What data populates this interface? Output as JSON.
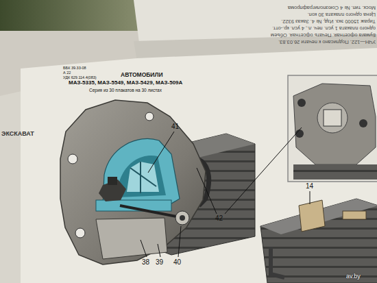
{
  "diagram": {
    "title": "АВТОМОБИЛИ",
    "labels": [
      "УЧН—122. Подписано к печати 26.03.83.",
      "Бумага офсетная. Печать офсетная. Объем",
      "одного плаката 1 усл. печ. л., 4 усл. кр.-отт.",
      "Тираж 15000 экз. Изд. № 4. Заказ 9322.",
      "Цена одного плаката 30 коп.",
      "Моск. тип. № 4 Союзполиграфпрома",
      "ББК 39.33-08",
      "А 22",
      "УДК 629.114.4(083)",
      "МАЗ-5335, МАЗ-5549, МАЗ-5429, МАЗ-509А",
      "Серия из 30 плакатов на 30 листах",
      "ЭКСКАВАТ",
      "41",
      "42",
      "14",
      "38",
      "39",
      "40",
      "av.by"
    ]
  }
}
